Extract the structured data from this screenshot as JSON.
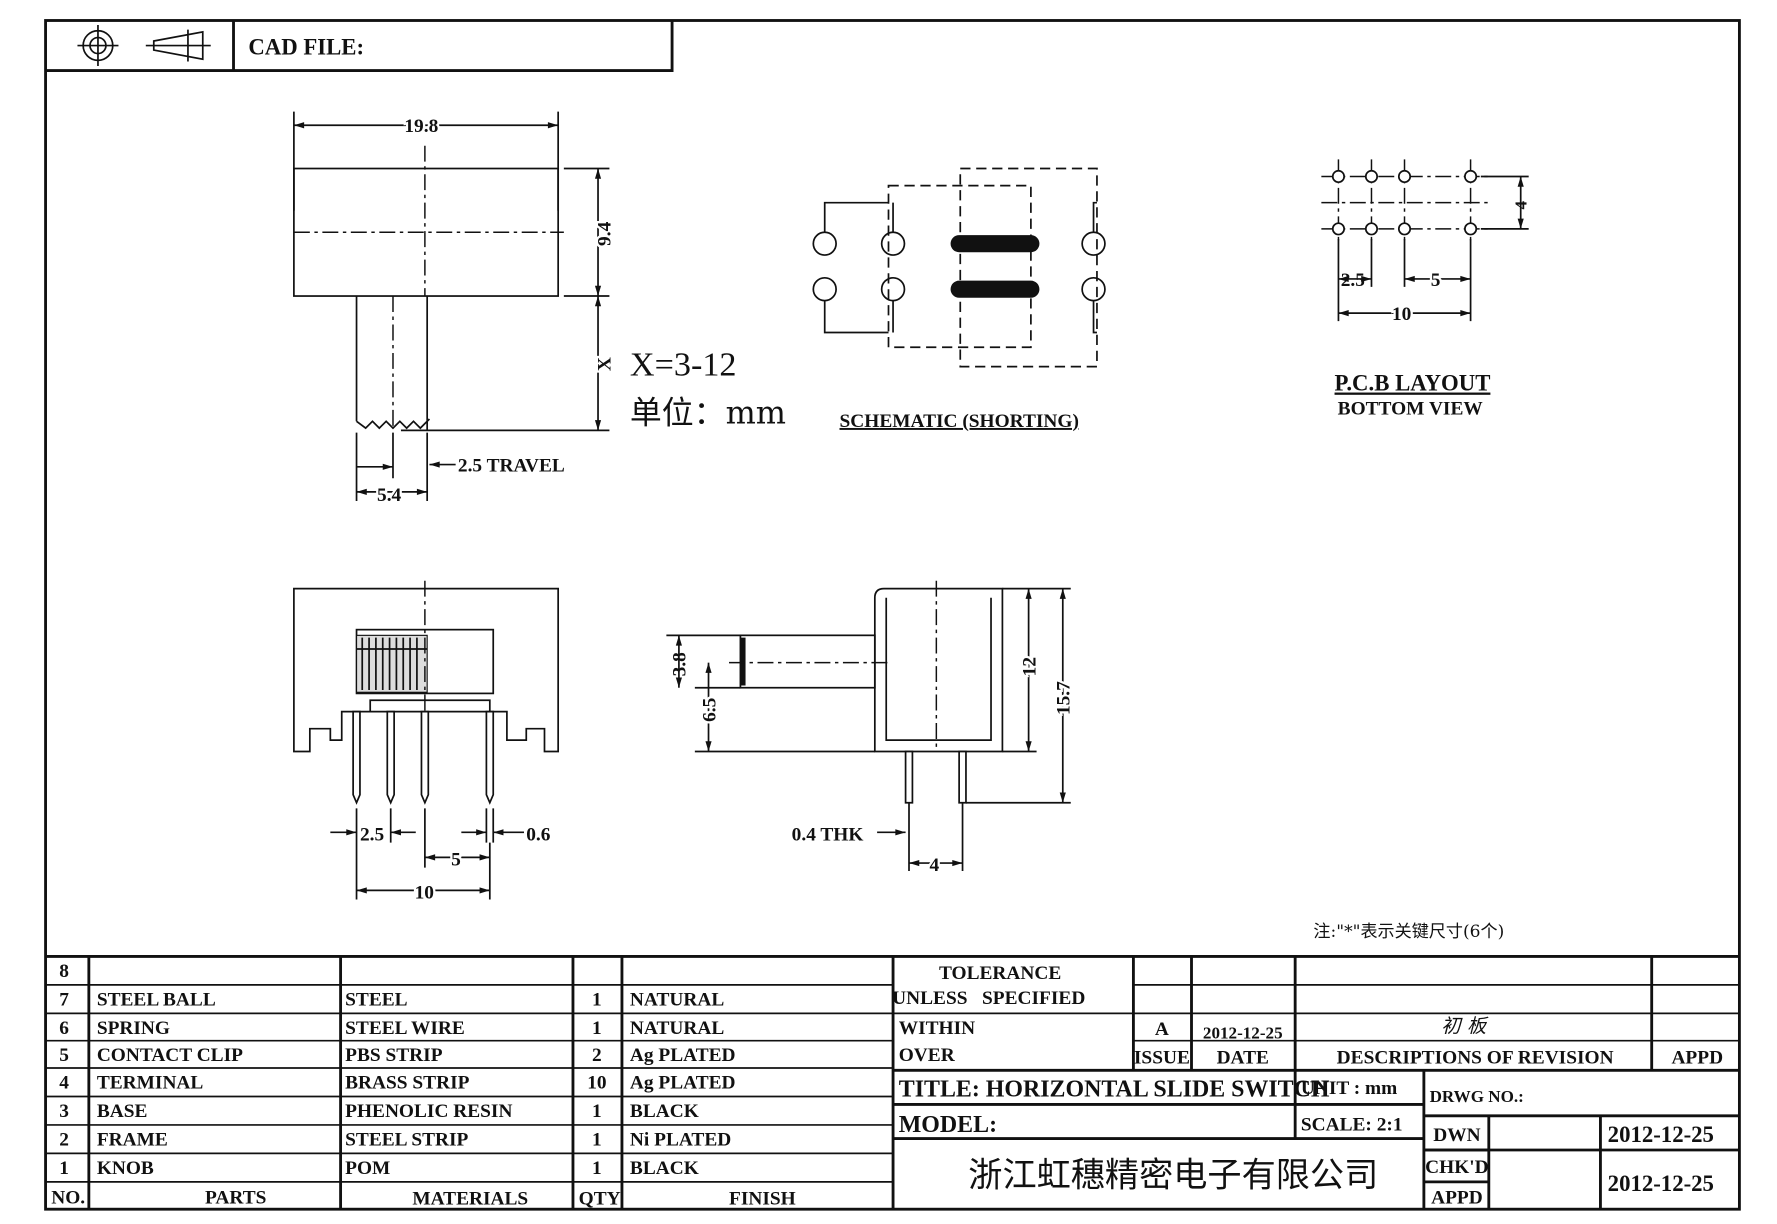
{
  "header": {
    "cad_file_label": "CAD FILE:"
  },
  "top_view": {
    "dim_width": "19.8",
    "dim_height": "9.4",
    "dim_x": "X",
    "x_range": "X=3-12",
    "unit_note": "单位：mm",
    "dim_travel": "2.5 TRAVEL",
    "dim_stem": "5.4"
  },
  "schematic": {
    "label": "SCHEMATIC (SHORTING)"
  },
  "pcb_layout": {
    "title": "P.C.B LAYOUT",
    "subtitle": "BOTTOM VIEW",
    "dim_row": "4",
    "dim_pitch_a": "2.5",
    "dim_pitch_b": "5",
    "dim_total": "10"
  },
  "front_view": {
    "dim_pitch_a": "2.5",
    "dim_pin": "0.6",
    "dim_pitch_b": "5",
    "dim_total": "10"
  },
  "side_view": {
    "dim_a": "3.8",
    "dim_b": "6.5",
    "dim_c": "12",
    "dim_d": "15.7",
    "dim_thk": "0.4 THK",
    "dim_pin": "4"
  },
  "note": "注:\"*\"表示关键尺寸(6个)",
  "bom": {
    "headers": {
      "no": "NO.",
      "parts": "PARTS",
      "materials": "MATERIALS",
      "qty": "QTY",
      "finish": "FINISH"
    },
    "rows": [
      {
        "no": "8",
        "part": "",
        "material": "",
        "qty": "",
        "finish": ""
      },
      {
        "no": "7",
        "part": "STEEL BALL",
        "material": "STEEL",
        "qty": "1",
        "finish": "NATURAL"
      },
      {
        "no": "6",
        "part": "SPRING",
        "material": "STEEL WIRE",
        "qty": "1",
        "finish": "NATURAL"
      },
      {
        "no": "5",
        "part": "CONTACT CLIP",
        "material": "PBS STRIP",
        "qty": "2",
        "finish": "Ag PLATED"
      },
      {
        "no": "4",
        "part": "TERMINAL",
        "material": "BRASS STRIP",
        "qty": "10",
        "finish": "Ag PLATED"
      },
      {
        "no": "3",
        "part": "BASE",
        "material": "PHENOLIC RESIN",
        "qty": "1",
        "finish": "BLACK"
      },
      {
        "no": "2",
        "part": "FRAME",
        "material": "STEEL STRIP",
        "qty": "1",
        "finish": "Ni PLATED"
      },
      {
        "no": "1",
        "part": "KNOB",
        "material": "POM",
        "qty": "1",
        "finish": "BLACK"
      }
    ]
  },
  "title_block": {
    "tolerance_1": "TOLERANCE",
    "tolerance_2": "UNLESS   SPECIFIED",
    "within": "WITHIN",
    "over": "OVER",
    "issue_value": "A",
    "date_value": "2012-12-25",
    "revision_desc": "初 板",
    "issue_label": "ISSUE",
    "date_label": "DATE",
    "desc_label": "DESCRIPTIONS OF REVISION",
    "appd_label": "APPD",
    "title": "TITLE: HORIZONTAL SLIDE SWITCH",
    "unit": "UNIT : mm",
    "drwg_no": "DRWG NO.:",
    "model": "MODEL:",
    "scale": "SCALE: 2:1",
    "company": "浙江虹穗精密电子有限公司",
    "dwn_label": "DWN",
    "dwn_date": "2012-12-25",
    "chkd_label": "CHK'D",
    "appd2_label": "APPD",
    "chk_date": "2012-12-25"
  }
}
